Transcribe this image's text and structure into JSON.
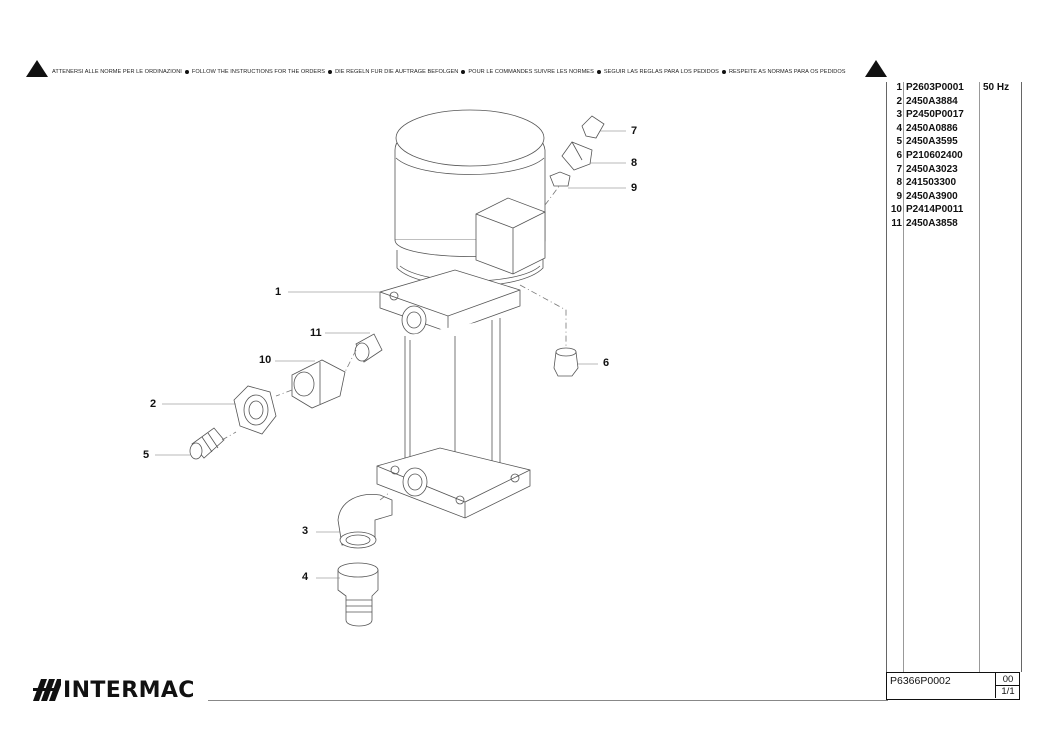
{
  "header": {
    "notice": [
      "ATTENERSI ALLE NORME PER LE ORDINAZIONI",
      "FOLLOW THE INSTRUCTIONS FOR THE ORDERS",
      "DIE REGELN FUR DIE AUFTRAGE BEFOLGEN",
      "POUR LE COMMANDES SUIVRE LES NORMES",
      "SEGUIR LAS REGLAS PARA LOS PEDIDOS",
      "RESPEITE AS NORMAS PARA OS PEDIDOS"
    ],
    "icon": "warning-triangle-icon"
  },
  "callouts": [
    "1",
    "2",
    "3",
    "4",
    "5",
    "6",
    "7",
    "8",
    "9",
    "10",
    "11"
  ],
  "parts": [
    {
      "num": "1",
      "code": "P2603P0001"
    },
    {
      "num": "2",
      "code": "2450A3884"
    },
    {
      "num": "3",
      "code": "P2450P0017"
    },
    {
      "num": "4",
      "code": "2450A0886"
    },
    {
      "num": "5",
      "code": "2450A3595"
    },
    {
      "num": "6",
      "code": "P210602400"
    },
    {
      "num": "7",
      "code": "2450A3023"
    },
    {
      "num": "8",
      "code": "241503300"
    },
    {
      "num": "9",
      "code": "2450A3900"
    },
    {
      "num": "10",
      "code": "P2414P0011"
    },
    {
      "num": "11",
      "code": "2450A3858"
    }
  ],
  "frequency": "50 Hz",
  "title_block": {
    "doc_code": "P6366P0002",
    "revision": "00",
    "sheet": "1/1"
  },
  "logo": {
    "text": "INTERMAC",
    "icon": "intermac-stripes-icon"
  },
  "colors": {
    "ink": "#111111",
    "line": "#666666"
  }
}
